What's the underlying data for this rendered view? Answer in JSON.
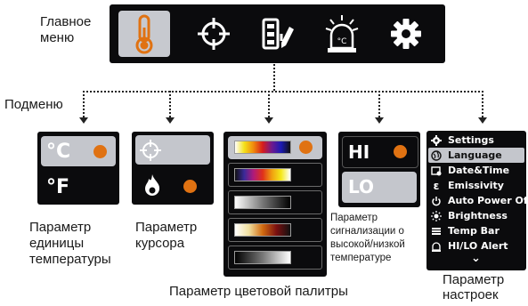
{
  "labels": {
    "main_menu_line1": "Главное",
    "main_menu_line2": "меню",
    "submenu": "Подменю",
    "unit_param": [
      "Параметр",
      "единицы",
      "температуры"
    ],
    "cursor_param": [
      "Параметр",
      "курсора"
    ],
    "palette_param": "Параметр цветовой палитры",
    "alarm_param": [
      "Параметр",
      "сигнализации о",
      "высокой/низкой",
      "температуре"
    ],
    "settings_param": [
      "Параметр",
      "настроек"
    ]
  },
  "main_menu": {
    "icons": [
      "thermometer-icon",
      "crosshair-icon",
      "palette-icon",
      "alarm-icon",
      "gear-icon"
    ],
    "selected_index": 0
  },
  "unit_menu": {
    "celsius": "°C",
    "fahrenheit": "°F"
  },
  "alarm_menu": {
    "hi": "HI",
    "lo": "LO"
  },
  "settings_menu": {
    "title": "Settings",
    "items": [
      "Language",
      "Date&Time",
      "Emissivity",
      "Auto Power Off",
      "Brightness",
      "Temp Bar",
      "HI/LO Alert"
    ],
    "selected_index": 0,
    "more_glyph": "⌄"
  },
  "colors": {
    "accent": "#e07212",
    "panel": "#0b0b0d",
    "selected": "#c4c6cc"
  }
}
